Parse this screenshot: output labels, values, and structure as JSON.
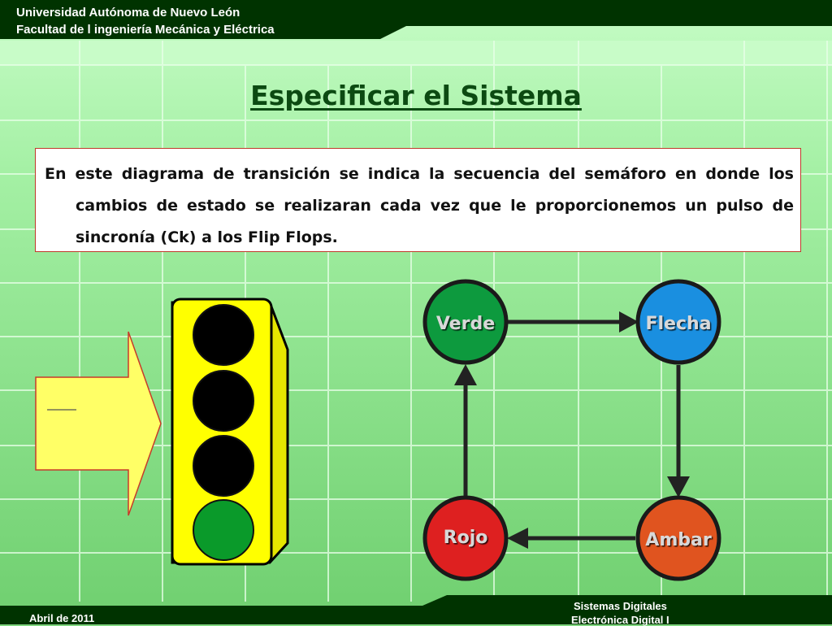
{
  "header": {
    "line1": "Universidad Autónoma de Nuevo León",
    "line2": "Facultad de l ingeniería Mecánica y Eléctrica"
  },
  "title": "Especificar el Sistema",
  "description": "En este diagrama de transición se indica la secuencia del semáforo en donde los cambios de estado se realizaran cada vez que le proporcionemos un pulso de sincronía (Ck) a los Flip Flops.",
  "traffic_light": {
    "lights": [
      "black",
      "black",
      "black",
      "green"
    ],
    "colors": {
      "body": "#ffff00",
      "off": "#000000",
      "on": "#0a9a2a"
    }
  },
  "states": [
    {
      "label": "Verde",
      "color": "#0d9a3e"
    },
    {
      "label": "Flecha",
      "color": "#1a8fe0"
    },
    {
      "label": "Ambar",
      "color": "#e0541f"
    },
    {
      "label": "Rojo",
      "color": "#de2020"
    }
  ],
  "footer": {
    "date": "Abril de 2011",
    "course_line1": "Sistemas Digitales",
    "course_line2": "Electrónica Digital I"
  },
  "colors": {
    "dark_green": "#003300",
    "pale_green": "#c8fcc8",
    "grid_green": "#7fd67f"
  }
}
